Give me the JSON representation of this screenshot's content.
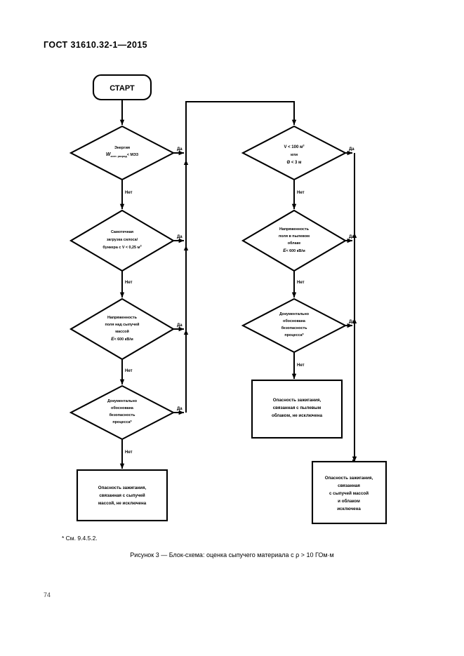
{
  "document": {
    "header": "ГОСТ 31610.32-1—2015",
    "page_number": "74",
    "footnote": "* См. 9.4.5.2.",
    "caption": "Рисунок 3 — Блок-схема: оценка сыпучего материала с ρ > 10 ГОм·м"
  },
  "flowchart": {
    "start": {
      "label": "СТАРТ"
    },
    "yes_label": "Да",
    "no_label": "Нет",
    "left_column": [
      {
        "id": "energy",
        "lines": [
          "Энергия",
          "W",
          "конт. разряд",
          " < МЭЗ"
        ],
        "line1": "Энергия",
        "line2_var": "W",
        "line2_sub": "конт. разряд",
        "line2_rest": "< МЭЗ"
      },
      {
        "id": "gravity-loading",
        "line1": "Самотечная",
        "line2": "загрузка силоса/",
        "line3": "бункера с V < 0,25 м",
        "line3_sup": "3"
      },
      {
        "id": "field-over-bulk",
        "line1": "Напряженность",
        "line2": "поля над сыпучей",
        "line3": "массой",
        "line4_var": "E",
        "line4_rest": "< 600 кВ/м"
      },
      {
        "id": "documented-safety-left",
        "line1": "Документально",
        "line2": "обоснована",
        "line3": "безопасность",
        "line4": "процесса*"
      }
    ],
    "right_column": [
      {
        "id": "volume-diameter",
        "line1_a": "V < 100 м",
        "line1_sup": "3",
        "line2": "или",
        "line3": "Ø < 3 м"
      },
      {
        "id": "field-in-dust-cloud",
        "line1": "Напряженность",
        "line2": "поля в пылевом",
        "line3": "облаке",
        "line4_var": "E",
        "line4_rest": "< 600 кВ/м"
      },
      {
        "id": "documented-safety-right",
        "line1": "Документально",
        "line2": "обоснована",
        "line3": "безопасность",
        "line4": "процесса*"
      }
    ],
    "results": [
      {
        "id": "bulk-hazard-not-excluded",
        "line1": "Опасность зажигания,",
        "line2": "связанная с сыпучей",
        "line3": "массой, не исключена"
      },
      {
        "id": "cloud-hazard-not-excluded",
        "line1": "Опасность зажигания,",
        "line2": "связанная с пылевым",
        "line3": "облаком, не исключена"
      },
      {
        "id": "hazard-excluded",
        "line1": "Опасность зажигания,",
        "line2": "связанная",
        "line3": "с сыпучей массой",
        "line4": "и облаком",
        "line5": "исключена"
      }
    ]
  },
  "colors": {
    "ink": "#000000",
    "paper": "#ffffff"
  }
}
